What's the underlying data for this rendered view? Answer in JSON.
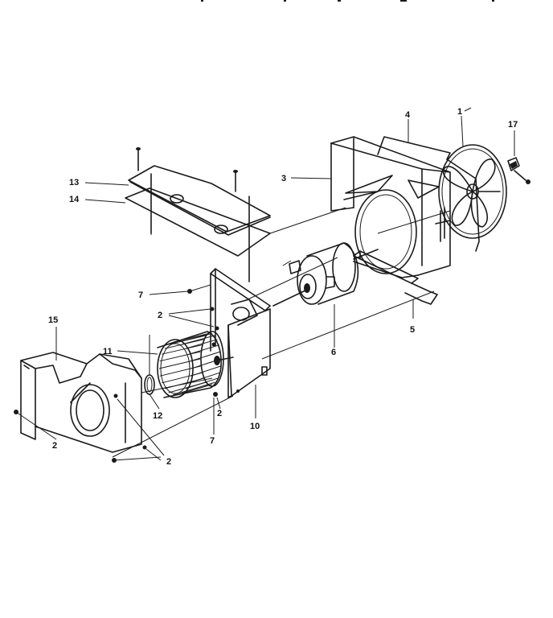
{
  "diagram": {
    "callouts": [
      {
        "id": "c1",
        "text": "1"
      },
      {
        "id": "c17",
        "text": "17"
      },
      {
        "id": "c4",
        "text": "4"
      },
      {
        "id": "c3",
        "text": "3"
      },
      {
        "id": "c13",
        "text": "13"
      },
      {
        "id": "c14",
        "text": "14"
      },
      {
        "id": "c7a",
        "text": "7"
      },
      {
        "id": "c2a",
        "text": "2"
      },
      {
        "id": "c15",
        "text": "15"
      },
      {
        "id": "c11",
        "text": "11"
      },
      {
        "id": "c6",
        "text": "6"
      },
      {
        "id": "c5",
        "text": "5"
      },
      {
        "id": "c12",
        "text": "12"
      },
      {
        "id": "c2b",
        "text": "2"
      },
      {
        "id": "c10",
        "text": "10"
      },
      {
        "id": "c7b",
        "text": "7"
      },
      {
        "id": "c2c",
        "text": "2"
      },
      {
        "id": "c2d",
        "text": "2"
      }
    ]
  }
}
